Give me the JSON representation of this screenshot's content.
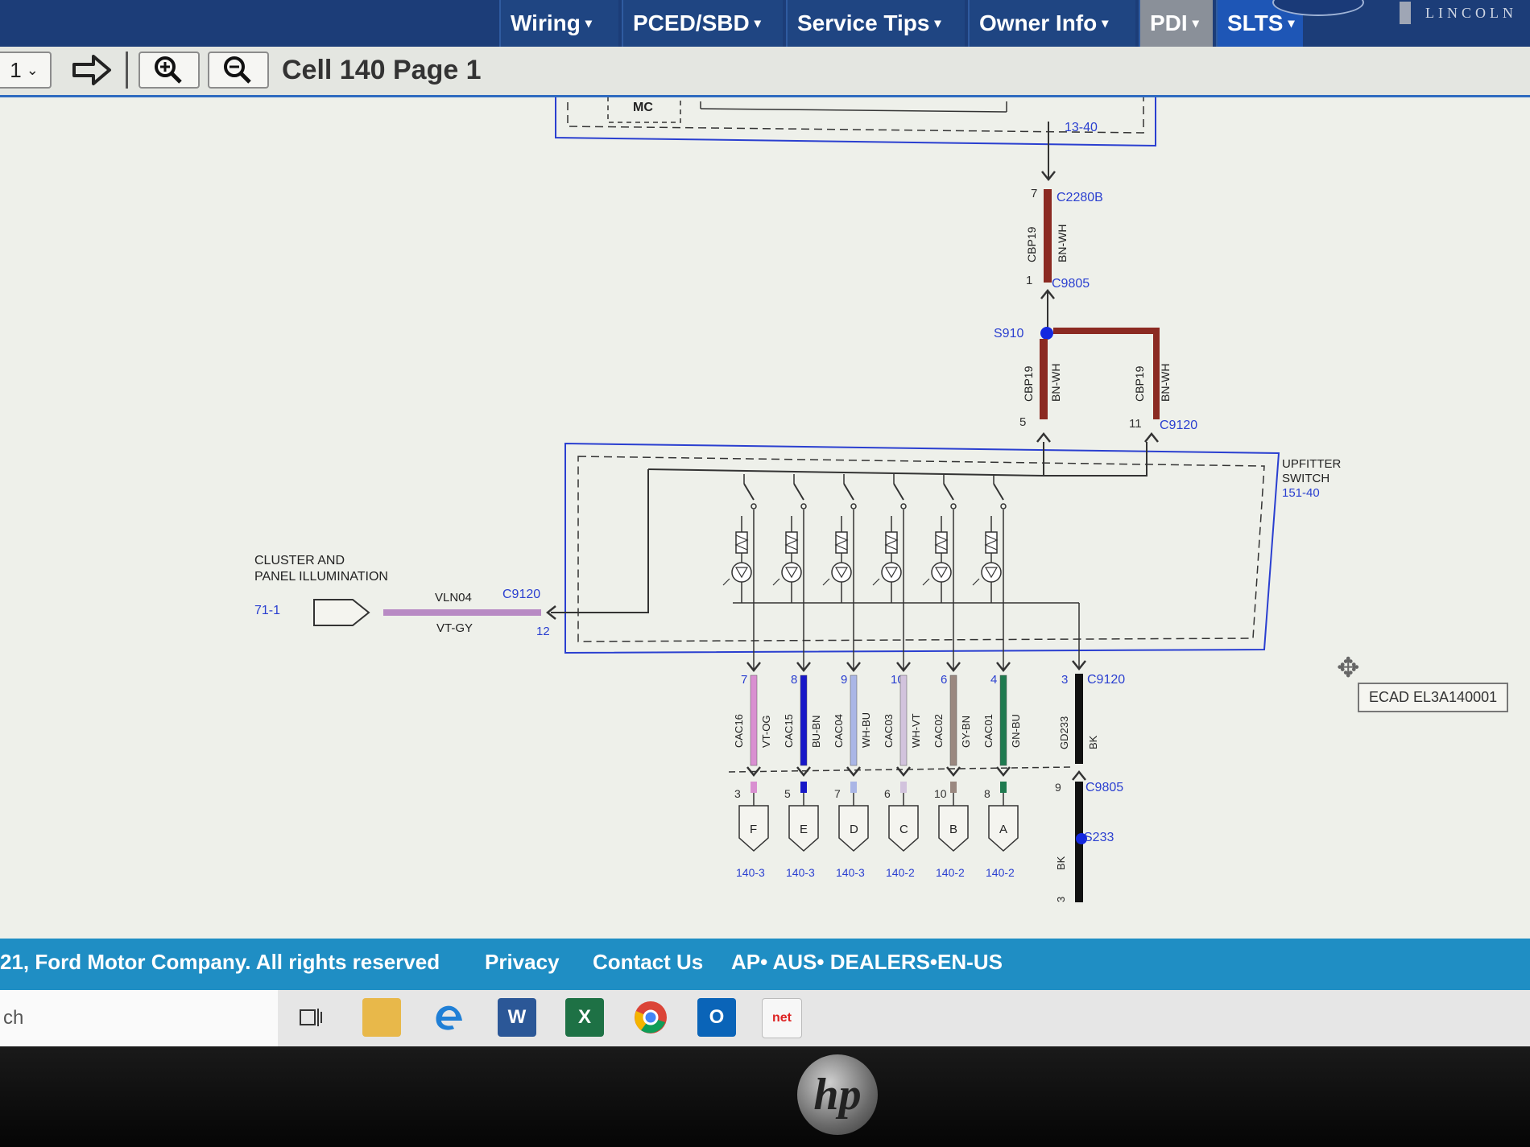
{
  "nav": {
    "items": [
      {
        "label": "Wiring",
        "caret": "▾"
      },
      {
        "label": "PCED/SBD",
        "caret": "▾"
      },
      {
        "label": "Service Tips",
        "caret": "▾"
      },
      {
        "label": "Owner Info",
        "caret": "▾"
      },
      {
        "label": "PDI",
        "caret": "▾"
      },
      {
        "label": "SLTS",
        "caret": "▾"
      }
    ],
    "brand": "LINCOLN"
  },
  "toolbar": {
    "page_select": "1",
    "title": "Cell 140 Page 1",
    "icons": [
      "forward-arrow-icon",
      "zoom-in-icon",
      "zoom-out-icon"
    ]
  },
  "diagram": {
    "top_module": "MC",
    "top_ref": "13-40",
    "connectors": {
      "c2280b": "C2280B",
      "c2280b_pin": "7",
      "c9805_top": "C9805",
      "c9805_top_pin": "1",
      "splice_s910": "S910",
      "c9120_right": "C9120",
      "pin5": "5",
      "pin11": "11",
      "c9120_left": "C9120",
      "pin12": "12",
      "c9120_bottom": "C9120",
      "c9805_bottom": "C9805",
      "splice_s233": "S233"
    },
    "wires_top": [
      {
        "circuit": "CBP19",
        "color": "BN-WH"
      },
      {
        "circuit": "CBP19",
        "color": "BN-WH"
      },
      {
        "circuit": "CBP19",
        "color": "BN-WH"
      }
    ],
    "upfitter": {
      "line1": "UPFITTER",
      "line2": "SWITCH",
      "ref": "151-40"
    },
    "cluster": {
      "line1": "CLUSTER AND",
      "line2": "PANEL ILLUMINATION",
      "ref": "71-1",
      "circuit": "VLN04",
      "color": "VT-GY"
    },
    "outputs": [
      {
        "pin_top": "7",
        "circuit": "CAC16",
        "color": "VT-OG",
        "pin_bottom": "3",
        "label": "F",
        "ref": "140-3",
        "hex": "#d98fd1"
      },
      {
        "pin_top": "8",
        "circuit": "CAC15",
        "color": "BU-BN",
        "pin_bottom": "5",
        "label": "E",
        "ref": "140-3",
        "hex": "#1717c8"
      },
      {
        "pin_top": "9",
        "circuit": "CAC04",
        "color": "WH-BU",
        "pin_bottom": "7",
        "label": "D",
        "ref": "140-3",
        "hex": "#aab6e6"
      },
      {
        "pin_top": "10",
        "circuit": "CAC03",
        "color": "WH-VT",
        "pin_bottom": "6",
        "label": "C",
        "ref": "140-2",
        "hex": "#d2c3dd"
      },
      {
        "pin_top": "6",
        "circuit": "CAC02",
        "color": "GY-BN",
        "pin_bottom": "10",
        "label": "B",
        "ref": "140-2",
        "hex": "#9a8880"
      },
      {
        "pin_top": "4",
        "circuit": "CAC01",
        "color": "GN-BU",
        "pin_bottom": "8",
        "label": "A",
        "ref": "140-2",
        "hex": "#1f7a4f"
      }
    ],
    "ground": {
      "pin_top": "3",
      "circuit": "GD233",
      "color": "BK",
      "pin_bottom": "9",
      "wire_color": "BK",
      "ref": "3"
    }
  },
  "ecad": "ECAD EL3A140001",
  "footer": {
    "copyright": "21, Ford Motor Company. All rights reserved",
    "privacy": "Privacy",
    "contact": "Contact Us",
    "locale": "AP• AUS• DEALERS•EN-US"
  },
  "taskbar": {
    "search": "ch",
    "apps": [
      "task-view-icon",
      "file-explorer-icon",
      "edge-icon",
      "word-icon",
      "excel-icon",
      "chrome-icon",
      "outlook-icon",
      "net-icon"
    ]
  },
  "monitor": {
    "logo": "hp"
  }
}
